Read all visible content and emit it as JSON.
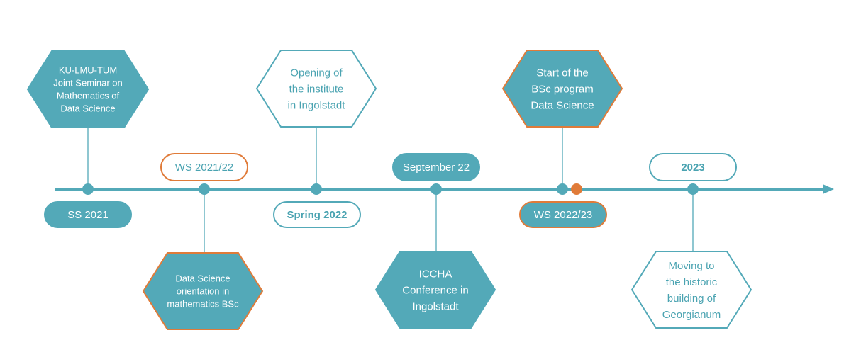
{
  "colors": {
    "teal": "#53a9b8",
    "teal_text": "#4aa3b1",
    "orange": "#e07b39",
    "white": "#ffffff"
  },
  "timeline": {
    "events": [
      {
        "id": "ss2021",
        "date": "SS 2021",
        "label": "KU-LMU-TUM\nJoint Seminar on\nMathematics of\nData Science"
      },
      {
        "id": "ws2021",
        "date": "WS 2021/22",
        "label": "Data Science\norientation in\nmathematics BSc"
      },
      {
        "id": "spring2022",
        "date": "Spring 2022",
        "label": "Opening of\nthe institute\nin Ingolstadt"
      },
      {
        "id": "sep22",
        "date": "September 22",
        "label": "ICCHA\nConference in\nIngolstadt"
      },
      {
        "id": "ws2022",
        "date": "WS 2022/23",
        "label": "Start of the\nBSc program\nData Science"
      },
      {
        "id": "y2023",
        "date": "2023",
        "label": "Moving to\nthe historic\nbuilding of\nGeorgianum"
      }
    ]
  }
}
